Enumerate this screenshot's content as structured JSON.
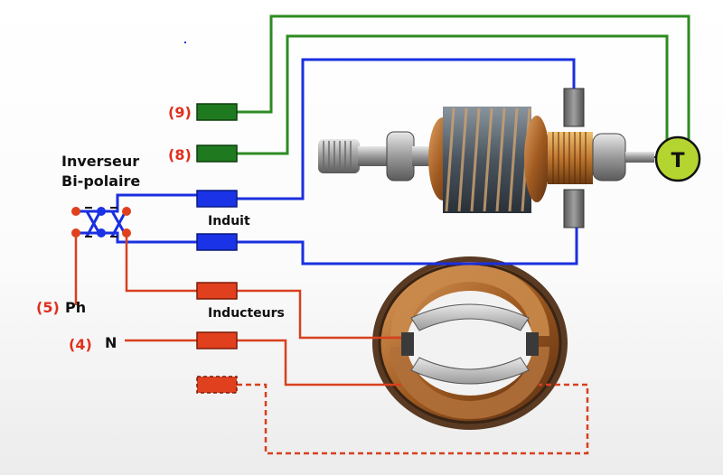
{
  "labels": {
    "inverter_line1": "Inverseur",
    "inverter_line2": "Bi-polaire",
    "induit": "Induit",
    "inducteurs": "Inducteurs",
    "terminal_9": "(9)",
    "terminal_8": "(8)",
    "terminal_5": "(5)",
    "terminal_5_name": "Ph",
    "terminal_4": "(4)",
    "terminal_4_name": "N",
    "tacho": "T"
  },
  "colors": {
    "tacho_wire": "#2e8b22",
    "armature_wire": "#1a2fe0",
    "field_wire": "#d8401e",
    "terminal_green": "#1f7a1f",
    "terminal_blue": "#1a33e6",
    "terminal_red": "#e0401e",
    "tacho_fill": "#b4d430",
    "label_red": "#e0301e"
  },
  "icons": {
    "armature": "armature-rotor-image",
    "stator": "stator-field-coil-image",
    "tacho": "tachogenerator-circle",
    "brush": "carbon-brush-block"
  }
}
